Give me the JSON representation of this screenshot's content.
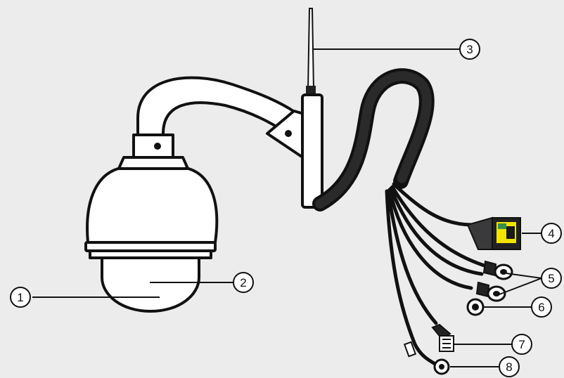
{
  "diagram": {
    "background": "#ececec",
    "line_color": "#111111",
    "cable_color": "#1c1c1c",
    "connector_accent": "#f2e600",
    "connector_green": "#3c8a4e",
    "callouts": [
      {
        "id": "c1",
        "label": "1"
      },
      {
        "id": "c2",
        "label": "2"
      },
      {
        "id": "c3",
        "label": "3"
      },
      {
        "id": "c4",
        "label": "4"
      },
      {
        "id": "c5",
        "label": "5"
      },
      {
        "id": "c6",
        "label": "6"
      },
      {
        "id": "c7",
        "label": "7"
      },
      {
        "id": "c8",
        "label": "8"
      }
    ]
  }
}
